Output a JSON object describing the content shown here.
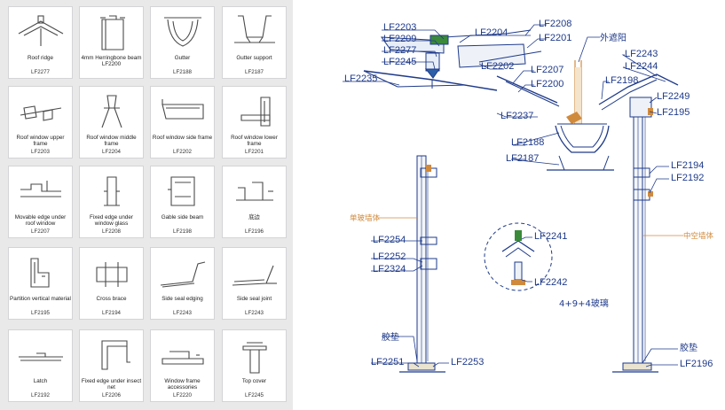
{
  "catalog": {
    "items": [
      {
        "name": "Roof ridge",
        "code": "LF2277",
        "icon": "roof-ridge"
      },
      {
        "name": "4mm Herringbone beam LF2200",
        "code": "",
        "icon": "herringbone-beam"
      },
      {
        "name": "Gutter",
        "code": "LF2188",
        "icon": "gutter"
      },
      {
        "name": "Gutter support",
        "code": "LF2187",
        "icon": "gutter-support"
      },
      {
        "name": "Roof window upper frame",
        "code": "LF2203",
        "icon": "roof-window-upper-frame"
      },
      {
        "name": "Roof window middle frame",
        "code": "LF2204",
        "icon": "roof-window-middle-frame"
      },
      {
        "name": "Roof window side frame",
        "code": "LF2202",
        "icon": "roof-window-side-frame"
      },
      {
        "name": "Roof window lower frame",
        "code": "LF2201",
        "icon": "roof-window-lower-frame"
      },
      {
        "name": "Movable edge under roof window",
        "code": "LF2207",
        "icon": "movable-edge"
      },
      {
        "name": "Fixed edge under window glass",
        "code": "LF2208",
        "icon": "fixed-edge-glass"
      },
      {
        "name": "Gable side beam",
        "code": "LF2198",
        "icon": "gable-side-beam"
      },
      {
        "name": "底边",
        "code": "LF2196",
        "icon": "bottom-edge"
      },
      {
        "name": "Partition vertical material",
        "code": "LF2195",
        "icon": "partition-vertical"
      },
      {
        "name": "Cross brace",
        "code": "LF2194",
        "icon": "cross-brace"
      },
      {
        "name": "Side seal edging",
        "code": "LF2243",
        "icon": "side-seal-edging"
      },
      {
        "name": "Side seal joint",
        "code": "LF2243",
        "icon": "side-seal-joint"
      },
      {
        "name": "Latch",
        "code": "LF2192",
        "icon": "latch"
      },
      {
        "name": "Fixed edge under insect net",
        "code": "LF2206",
        "icon": "fixed-edge-insect-net"
      },
      {
        "name": "Window frame accessories",
        "code": "LF2220",
        "icon": "window-frame-accessories"
      },
      {
        "name": "Top cover",
        "code": "LF2245",
        "icon": "top-cover"
      }
    ]
  },
  "diagram": {
    "labels": {
      "lf2203": "LF2203",
      "lf2209": "LF2209",
      "lf2277": "LF2277",
      "lf2245": "LF2245",
      "lf2235": "LF2235",
      "lf2204": "LF2204",
      "lf2208": "LF2208",
      "lf2201": "LF2201",
      "lf2202": "LF2202",
      "lf2207": "LF2207",
      "lf2200": "LF2200",
      "lf2237": "LF2237",
      "lf2188": "LF2188",
      "lf2187": "LF2187",
      "lf2243": "LF2243",
      "lf2244": "LF2244",
      "lf2198": "LF2198",
      "lf2249": "LF2249",
      "lf2195": "LF2195",
      "lf2194": "LF2194",
      "lf2192": "LF2192",
      "lf2254": "LF2254",
      "lf2252": "LF2252",
      "lf2324": "LF2324",
      "lf2241": "LF2241",
      "lf2242": "LF2242",
      "lf2251": "LF2251",
      "lf2253": "LF2253",
      "lf2196": "LF2196",
      "outer_shade": "外遮阳",
      "single_wall": "单玻墙体",
      "hollow_wall": "中空墙体",
      "glass_spec": "4+9+4玻璃",
      "gasket_left": "胶垫",
      "gasket_right": "胶垫"
    }
  },
  "colors": {
    "catalog_bg": "#e9e9ea",
    "tile_bg": "#ffffff",
    "line": "#1e3a8a",
    "accent": "#d08a3c",
    "green": "#3a8a3a"
  }
}
